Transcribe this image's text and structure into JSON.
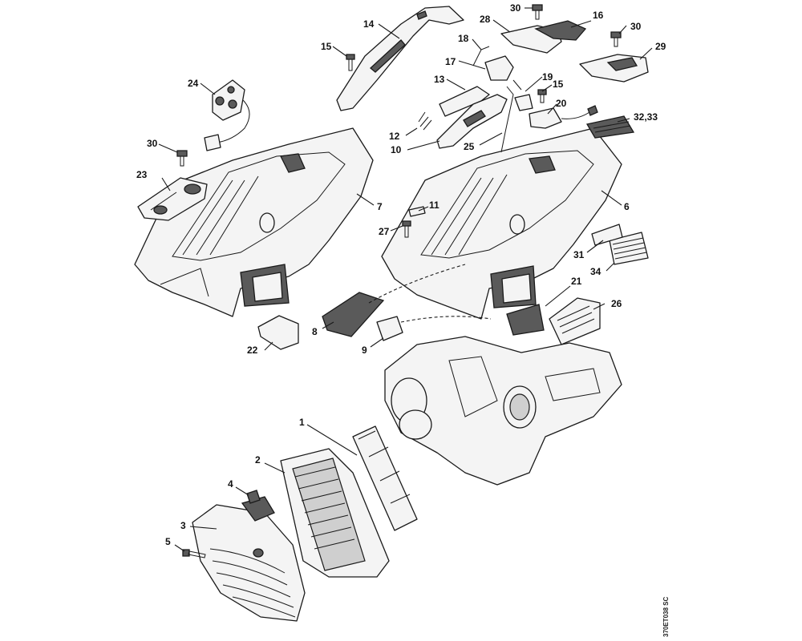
{
  "callouts": {
    "c1": "1",
    "c2": "2",
    "c3": "3",
    "c4": "4",
    "c5": "5",
    "c6": "6",
    "c7": "7",
    "c8": "8",
    "c9": "9",
    "c10": "10",
    "c11": "11",
    "c12": "12",
    "c13": "13",
    "c14": "14",
    "c15a": "15",
    "c15b": "15",
    "c16": "16",
    "c17": "17",
    "c18": "18",
    "c19": "19",
    "c20": "20",
    "c21": "21",
    "c22": "22",
    "c23": "23",
    "c24": "24",
    "c25": "25",
    "c26": "26",
    "c27": "27",
    "c28": "28",
    "c29": "29",
    "c30a": "30",
    "c30b": "30",
    "c30c": "30",
    "c31": "31",
    "c3233": "32,33",
    "c34": "34"
  },
  "drawing_code": "370ET038 SC"
}
